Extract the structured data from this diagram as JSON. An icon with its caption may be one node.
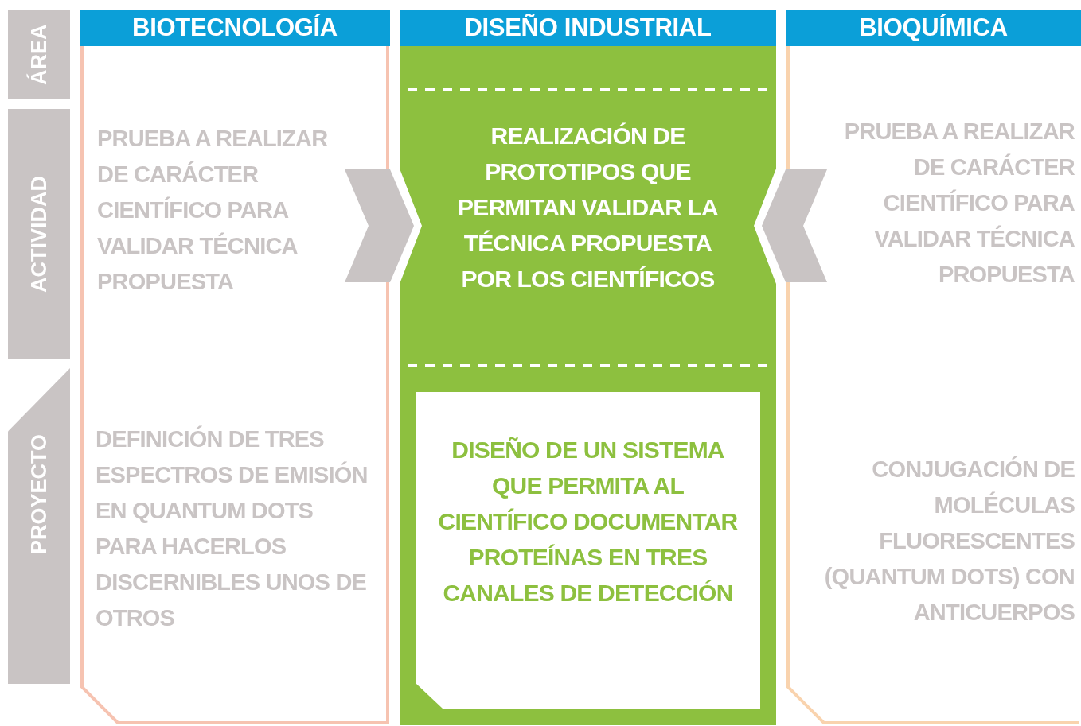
{
  "diagram": {
    "nodes": [
      {
        "text": [
          "ÁREA"
        ]
      },
      {
        "text": [
          "ACTIVIDAD"
        ]
      },
      {
        "text": [
          "PROYECTO"
        ]
      },
      {
        "text": [
          "BIOTECNOLOGÍA"
        ]
      },
      {
        "text": [
          "PRUEBA A REALIZAR DE CARÁCTER CIENTÍFICO PARA VALIDAR TÉCNICA PROPUESTA"
        ],
        "in": 3
      },
      {
        "text": [
          "DEFINICIÓN DE TRES ESPECTROS DE EMISIÓN EN QUANTUM DOTS PARA HACERLOS DISCERNIBLES UNOS DE OTROS"
        ],
        "in": 3
      },
      {
        "text": [
          "DISEÑO INDUSTRIAL"
        ]
      },
      {
        "text": [
          "REALIZACIÓN DE PROTOTIPOS QUE PERMITAN VALIDAR LA TÉCNICA PROPUESTA POR LOS CIENTÍFICOS"
        ],
        "in": 6
      },
      {
        "text": [
          "DISEÑO DE UN SISTEMA QUE PERMITA AL CIENTÍFICO DOCUMENTAR PROTEÍNAS EN TRES CANALES DE DETECCIÓN"
        ],
        "in": 6
      },
      {
        "text": [
          "BIOQUÍMICA"
        ]
      },
      {
        "text": [
          "PRUEBA A REALIZAR DE CARÁCTER CIENTÍFICO PARA VALIDAR TÉCNICA PROPUESTA"
        ],
        "in": 9
      },
      {
        "text": [
          "CONJUGACIÓN DE MOLÉCULAS FLUORESCENTES (QUANTUM DOTS) CON ANTICUERPOS"
        ],
        "in": 9
      }
    ],
    "edges": [
      {
        "from": 4,
        "to": 7,
        "arrow": "to"
      },
      {
        "from": 10,
        "to": 7,
        "arrow": "to"
      }
    ]
  }
}
